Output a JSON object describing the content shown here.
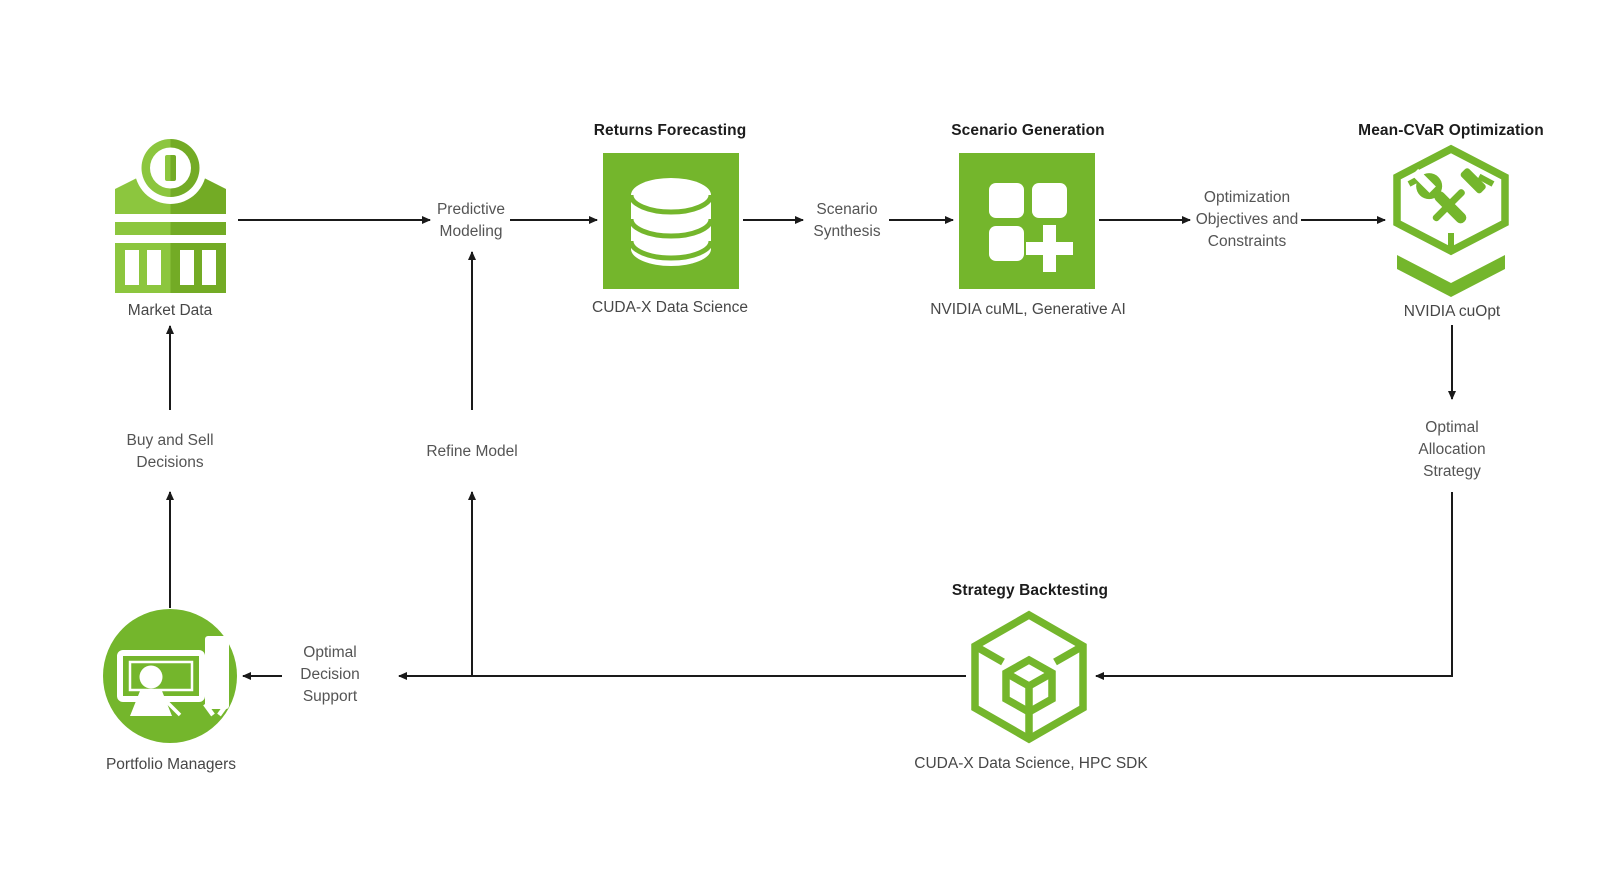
{
  "diagram": {
    "colors": {
      "nvidia_green": "#74B62C",
      "bank_green_light": "#8CC63E",
      "bank_green_dark": "#73AB25",
      "title_text": "#1c1c1c",
      "label_text": "#545454",
      "caption_text": "#474747",
      "arrow": "#1a1a1a",
      "background": "#ffffff"
    },
    "nodes": {
      "market_data": {
        "label": "Market Data",
        "icon": "bank-icon"
      },
      "returns_forecasting": {
        "title": "Returns Forecasting",
        "caption": "CUDA-X Data Science",
        "icon": "database-icon"
      },
      "scenario_generation": {
        "title": "Scenario Generation",
        "caption": "NVIDIA cuML, Generative AI",
        "icon": "grid-plus-icon"
      },
      "mean_cvar": {
        "title": "Mean-CVaR Optimization",
        "caption": "NVIDIA cuOpt",
        "icon": "tools-hexagon-icon"
      },
      "strategy_backtesting": {
        "title": "Strategy Backtesting",
        "caption": "CUDA-X Data Science, HPC SDK",
        "icon": "cube-icon"
      },
      "portfolio_managers": {
        "label": "Portfolio Managers",
        "icon": "presenter-icon"
      }
    },
    "edges": {
      "predictive_modeling": "Predictive Modeling",
      "scenario_synthesis": "Scenario Synthesis",
      "optimization_objectives": "Optimization Objectives and Constraints",
      "optimal_allocation": "Optimal Allocation Strategy",
      "refine_model": "Refine Model",
      "buy_and_sell": "Buy and Sell Decisions",
      "optimal_decision": "Optimal Decision Support"
    }
  }
}
